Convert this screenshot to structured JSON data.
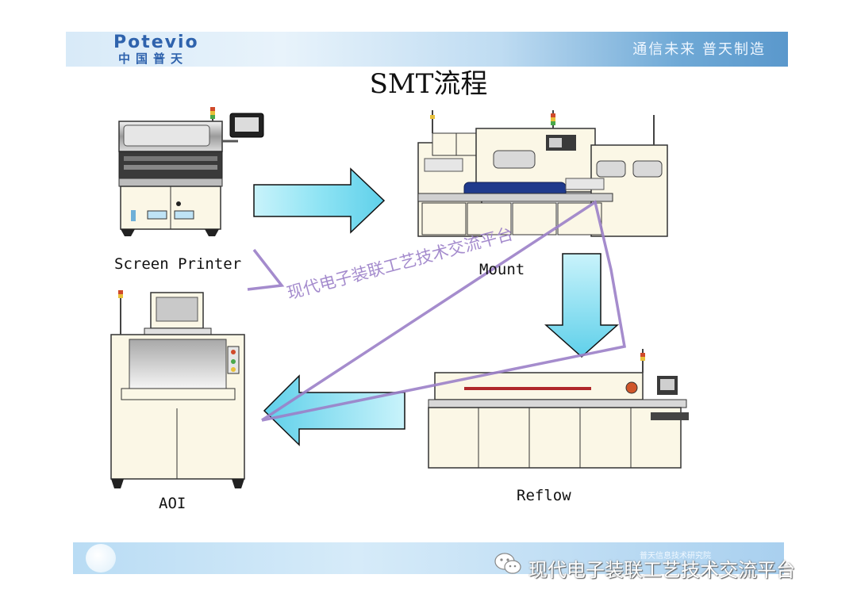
{
  "header": {
    "brand_en": "Potevio",
    "brand_cn": "中国普天",
    "slogan": "通信未来  普天制造"
  },
  "title": "SMT流程",
  "stations": {
    "screen_printer": "Screen Printer",
    "mount": "Mount",
    "reflow": "Reflow",
    "aoi": "AOI"
  },
  "watermark": "现代电子装联工艺技术交流平台",
  "footer": {
    "small_text": "普天信息技术研究院",
    "wechat_caption": "现代电子装联工艺技术交流平台"
  },
  "colors": {
    "arrow_fill": "#8fe4f4",
    "watermark": "#9b7fc8",
    "machine_body": "#fbf7e6"
  }
}
